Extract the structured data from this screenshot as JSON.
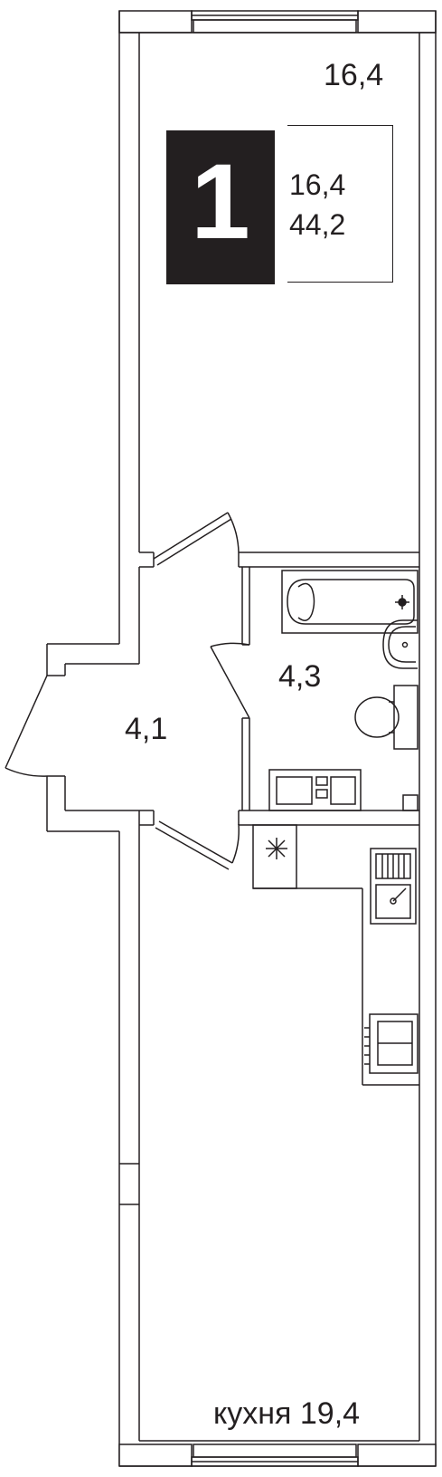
{
  "apartment": {
    "rooms_badge": "1",
    "living_area": "16,4",
    "total_area": "44,2"
  },
  "rooms": {
    "living_room_area": "16,4",
    "hallway_area": "4,1",
    "bathroom_area": "4,3",
    "kitchen_label": "кухня 19,4"
  },
  "colors": {
    "wall": "#231f20",
    "badge_bg": "#231f20",
    "badge_text": "#ffffff",
    "background": "#ffffff"
  }
}
